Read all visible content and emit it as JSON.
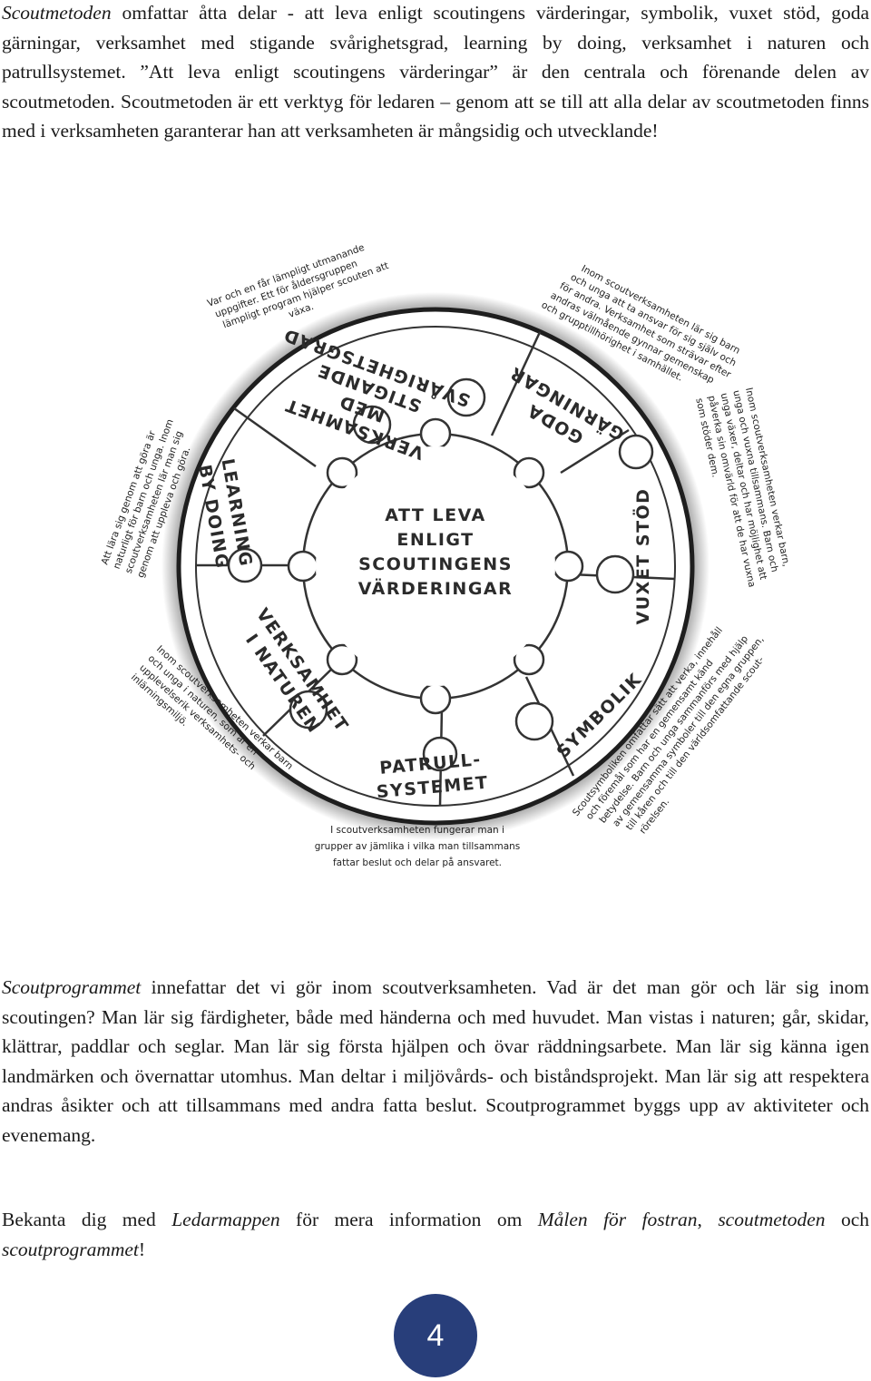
{
  "paragraph1": {
    "term": "Scoutmetoden",
    "text1": " omfattar åtta delar - att leva enligt scoutingens värderingar, symbolik, vuxet stöd, goda gärningar, verksamhet med stigande svårighetsgrad, learning by doing, verksamhet i naturen och patrullsystemet. ”Att leva enligt scoutingens värderingar” är den centrala och förenande delen av scoutmetoden. Scoutmetoden är ett verktyg för ledaren – genom att se till att alla delar av scoutmetoden finns med i verksamheten garanterar han att verksamheten är mångsidig och utvecklande!"
  },
  "diagram": {
    "center_label": [
      "ATT LEVA",
      "ENLIGT",
      "SCOUTINGENS",
      "VÄRDERINGAR"
    ],
    "segments": {
      "goda_garningar": [
        "GODA",
        "GÄRNINGAR"
      ],
      "vuxet_stod": [
        "VUXET STÖD"
      ],
      "symbolik": [
        "SYMBOLIK"
      ],
      "patrullsystemet": [
        "PATRULL-",
        "SYSTEMET"
      ],
      "verksamhet_naturen": [
        "VERKSAMHET",
        "I NATUREN"
      ],
      "learning_by_doing": [
        "LEARNING",
        "BY DOING"
      ],
      "stigande_svarighetsgrad": [
        "VERKSAMHET",
        "MED",
        "STIGANDE",
        "SVÅRIGHETSGRAD"
      ]
    },
    "notes": {
      "goda_garningar": [
        "Inom scoutverksamheten lär sig barn",
        "och unga att ta ansvar för sig själv och",
        "för andra. Verksamhet som strävar efter",
        "andras välmående gynnar gemenskap",
        "och grupptillhörighet i samhället."
      ],
      "vuxet_stod": [
        "Inom scoutverksamheten verkar barn,",
        "unga och vuxna tillsammans. Barn och",
        "unga växer, deltar och har möjlighet att",
        "påverka sin omvärld för att de har vuxna",
        "som stöder dem."
      ],
      "symbolik": [
        "Scoutsymboliken omfattar sätt att verka, innehåll",
        "och föremål som har en gemensamt känd",
        "betydelse. Barn och unga sammanförs med hjälp",
        "av gemensamma symboler till den egna gruppen,",
        "till kåren och till den världsomfattande scout-",
        "rörelsen."
      ],
      "patrullsystemet": [
        "I scoutverksamheten fungerar man i",
        "grupper av jämlika i vilka man tillsammans",
        "fattar beslut och delar på ansvaret."
      ],
      "verksamhet_naturen": [
        "Inom scoutverksamheten verkar barn",
        "och unga i naturen, som är en",
        "upplevelserik verksamhets- och",
        "inlärningsmiljö."
      ],
      "learning_by_doing": [
        "Att lära sig genom att göra är",
        "naturligt för barn och unga. Inom",
        "scoutverksamheten lär man sig",
        "genom att uppleva och göra."
      ],
      "stigande_svarighetsgrad": [
        "Var och en får lämpligt utmanande",
        "uppgifter. Ett för åldersgruppen",
        "lämpligt program hjälper scouten att",
        "växa."
      ]
    }
  },
  "paragraph2": {
    "term": "Scoutprogrammet",
    "text1": " innefattar det vi gör inom scoutverksamheten. Vad är det man gör och lär sig inom scoutingen? Man lär sig färdigheter, både med händerna och med huvudet. Man vistas i naturen; går, skidar, klättrar, paddlar och seglar. Man lär sig första hjälpen och övar räddningsarbete. Man lär sig känna igen landmärken och övernattar utomhus. Man deltar i miljövårds- och biståndsprojekt. Man lär sig att respektera andras åsikter och att tillsammans med andra fatta beslut. Scoutprogrammet byggs upp av aktiviteter och evenemang."
  },
  "paragraph3": {
    "text1": "Bekanta dig med ",
    "term1": "Ledarmappen",
    "text2": " för mera information om ",
    "term2": "Målen för fostran",
    "text3": ", ",
    "term3": "scoutmetoden",
    "text4": " och ",
    "term4": "scoutprogrammet",
    "text5": "!"
  },
  "page_number": "4",
  "colors": {
    "page_badge": "#283e7a"
  }
}
